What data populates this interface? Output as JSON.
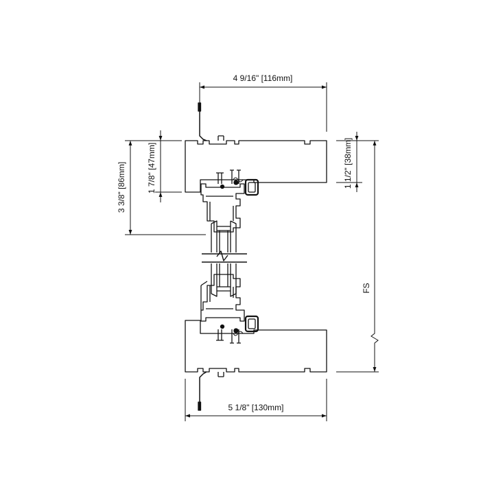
{
  "drawing": {
    "dimensions": {
      "top_width": "4 9/16\" [116mm]",
      "bottom_width": "5 1/8\" [130mm]",
      "left_outer": "3 3/8\" [86mm]",
      "left_inner": "1 7/8\" [47mm]",
      "right_small": "1 1/2\" [38mm]",
      "right_fs": "FS"
    },
    "colors": {
      "line": "#111111",
      "background": "#ffffff"
    }
  }
}
